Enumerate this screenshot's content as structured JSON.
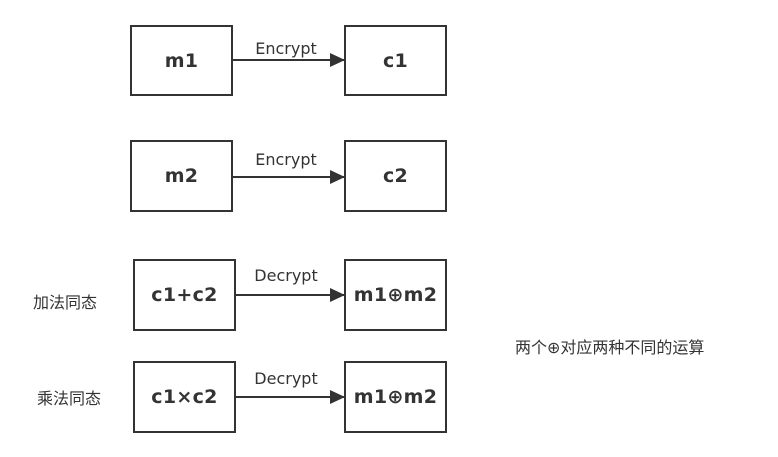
{
  "rows": [
    {
      "left": "m1",
      "arrow": "Encrypt",
      "right": "c1"
    },
    {
      "left": "m2",
      "arrow": "Encrypt",
      "right": "c2"
    },
    {
      "side_label": "加法同态",
      "left": "c1+c2",
      "arrow": "Decrypt",
      "right": "m1⊕m2"
    },
    {
      "side_label": "乘法同态",
      "left": "c1×c2",
      "arrow": "Decrypt",
      "right": "m1⊕m2"
    }
  ],
  "note": "两个⊕对应两种不同的运算",
  "colors": {
    "stroke": "#333333",
    "background": "#ffffff"
  }
}
